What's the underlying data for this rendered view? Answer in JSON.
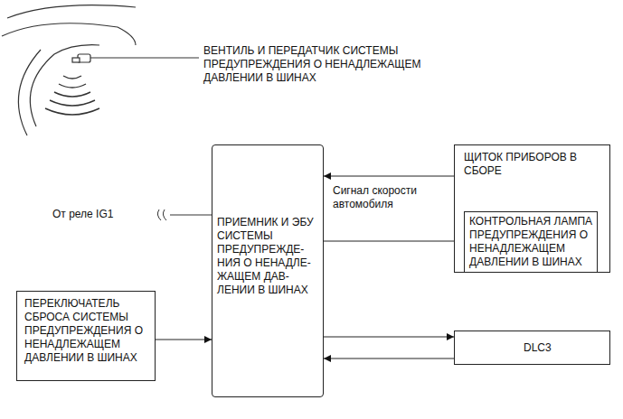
{
  "diagram": {
    "nodes": [
      {
        "text": [
          "ПРИЕМНИК И ЭБУ СИСТЕМЫ ПРЕДУПРЕЖДЕ- НИЯ О НЕНАДЛЕ- ЖАЩЕМ ДАВ- ЛЕНИИ В ШИНАХ"
        ]
      },
      {
        "text": [
          "ЩИТОК ПРИБОРОВ В СБОРЕ"
        ]
      },
      {
        "text": [
          "КОНТРОЛЬНАЯ ЛАМПА ПРЕДУПРЕЖДЕНИЯ О НЕНАДЛЕЖАЩЕМ ДАВЛЕНИИ В ШИНАХ"
        ],
        "in": 1
      },
      {
        "text": [
          "ПЕРЕКЛЮЧАТЕЛЬ СБРОСА СИСТЕМЫ ПРЕДУПРЕЖДЕНИЯ О НЕНАДЛЕЖАЩЕМ ДАВЛЕНИИ В ШИНАХ"
        ]
      },
      {
        "text": [
          "DLC3"
        ]
      }
    ],
    "edges": [
      {
        "from": 1,
        "to": 0,
        "label": "Сигнал скорости автомобиля",
        "arrow": "to"
      },
      {
        "from": 0,
        "to": 2,
        "arrow": "to"
      },
      {
        "from": 3,
        "to": 0,
        "arrow": "to"
      },
      {
        "from": 0,
        "to": 4,
        "arrow": "to"
      },
      {
        "from": 4,
        "to": 0,
        "arrow": "to"
      }
    ],
    "labels": [
      "ВЕНТИЛЬ И ПЕРЕДАТЧИК СИСТЕМЫ ПРЕДУПРЕЖДЕНИЯ О НЕНАДЛЕЖАЩЕМ ДАВЛЕНИИ В ШИНАХ",
      "От реле IG1"
    ]
  }
}
